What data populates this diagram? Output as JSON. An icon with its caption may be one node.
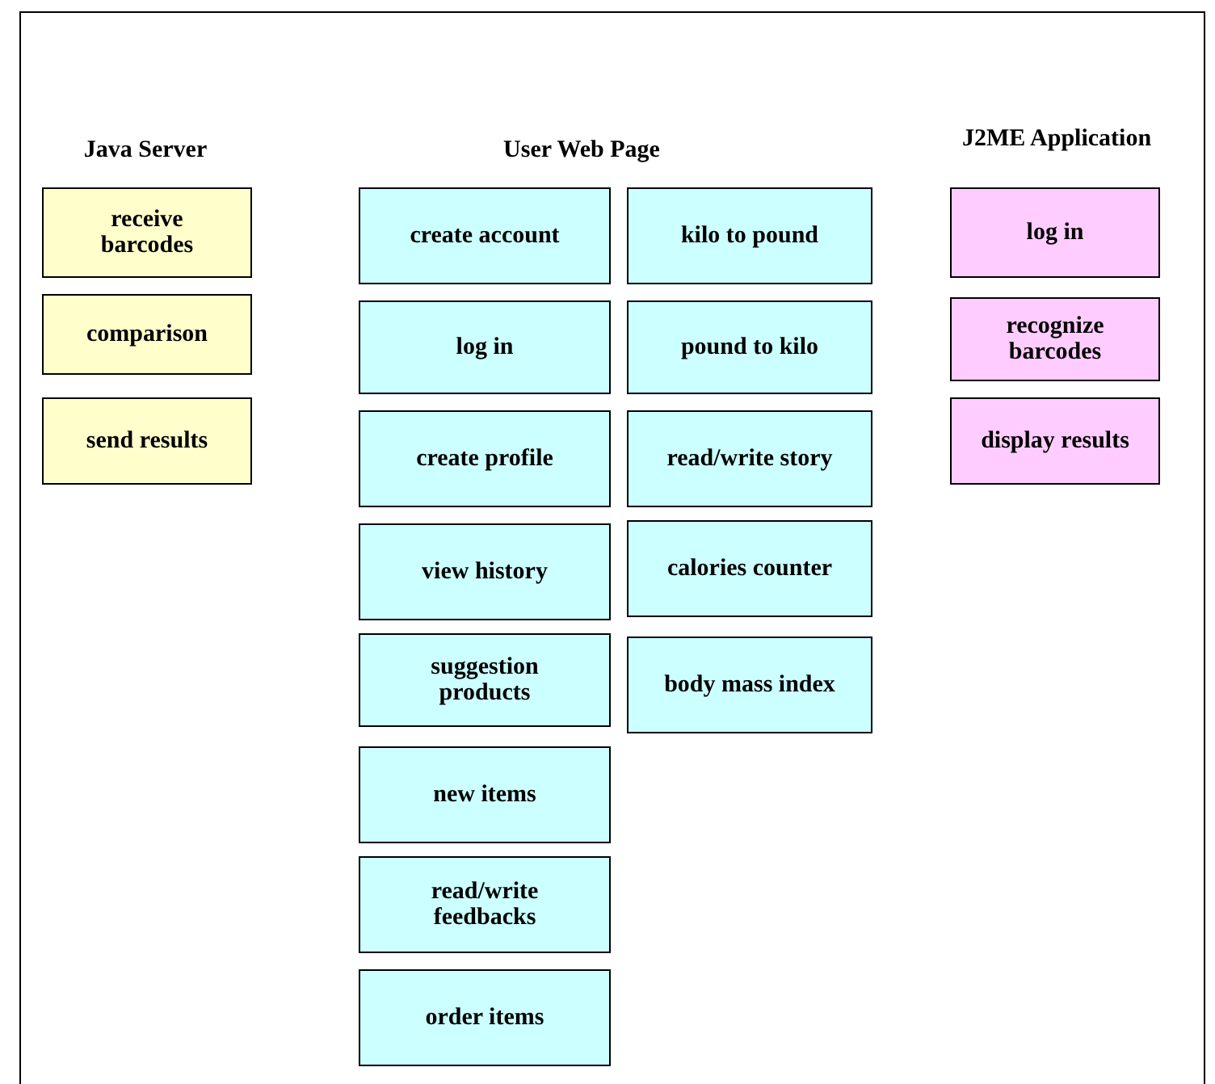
{
  "diagram": {
    "nodes": [
      {
        "text": [
          "receive barcodes"
        ]
      },
      {
        "text": [
          "comparison"
        ]
      },
      {
        "text": [
          "send results"
        ]
      },
      {
        "text": [
          "create account"
        ]
      },
      {
        "text": [
          "log in"
        ]
      },
      {
        "text": [
          "create profile"
        ]
      },
      {
        "text": [
          "view history"
        ]
      },
      {
        "text": [
          "suggestion products"
        ]
      },
      {
        "text": [
          "new items"
        ]
      },
      {
        "text": [
          "read/write feedbacks"
        ]
      },
      {
        "text": [
          "order items"
        ]
      },
      {
        "text": [
          "kilo to pound"
        ]
      },
      {
        "text": [
          "pound to kilo"
        ]
      },
      {
        "text": [
          "read/write story"
        ]
      },
      {
        "text": [
          "calories counter"
        ]
      },
      {
        "text": [
          "body mass index"
        ]
      },
      {
        "text": [
          "log in"
        ]
      },
      {
        "text": [
          "recognize barcodes"
        ]
      },
      {
        "text": [
          "display results"
        ]
      }
    ],
    "labels": [
      "Java Server",
      "User Web Page",
      "J2ME Application"
    ]
  }
}
